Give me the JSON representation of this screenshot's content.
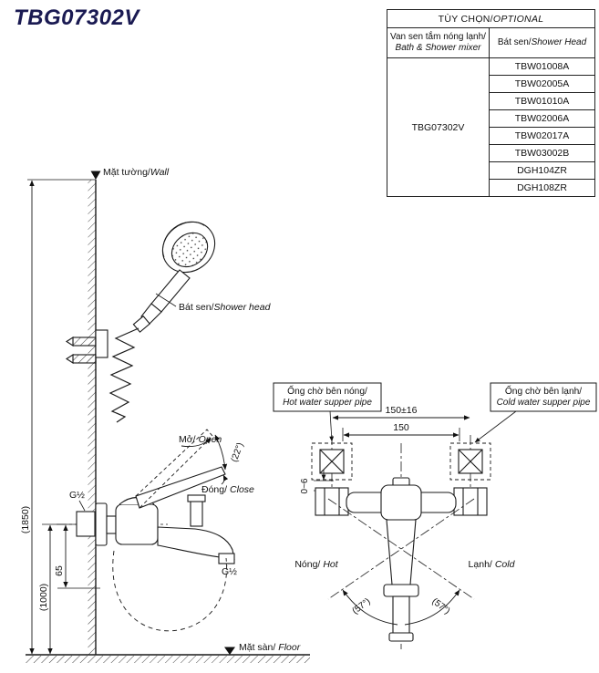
{
  "title": "TBG07302V",
  "table": {
    "header_vi": "TÙY CHỌN/",
    "header_en": "OPTIONAL",
    "mixer_col_vi": "Van sen tắm nóng lạnh/",
    "mixer_col_en": "Bath & Shower mixer",
    "shower_col_vi": "Bát sen/",
    "shower_col_en": "Shower Head",
    "mixer_code": "TBG07302V",
    "shower_heads": [
      "TBW01008A",
      "TBW02005A",
      "TBW01010A",
      "TBW02006A",
      "TBW02017A",
      "TBW03002B",
      "DGH104ZR",
      "DGH108ZR"
    ]
  },
  "side_view": {
    "wall_vi": "Mặt tường/",
    "wall_en": "Wall",
    "shower_head_vi": "Bát sen/",
    "shower_head_en": "Shower head",
    "open_vi": "Mở/",
    "open_en": "Open",
    "close_vi": "Đóng/",
    "close_en": "Close",
    "angle_open": "(22°)",
    "g_half_wall": "G½",
    "g_half_spout": "G½",
    "dim_height_shower": "(1850)",
    "dim_height_faucet": "(1000)",
    "dim_spout_drop": "65",
    "floor_vi": "Mặt sàn/",
    "floor_en": "Floor"
  },
  "front_view": {
    "hot_pipe_vi": "Ống chờ bên nóng/",
    "hot_pipe_en": "Hot water supper pipe",
    "cold_pipe_vi": "Ống chờ bên lạnh/",
    "cold_pipe_en": "Cold water supper pipe",
    "dim_pipe_spacing": "150±16",
    "dim_faucet_spacing": "150",
    "dim_wall_gap": "0~6",
    "hot_vi": "Nóng/",
    "hot_en": "Hot",
    "cold_vi": "Lạnh/",
    "cold_en": "Cold",
    "angle_left": "(57°)",
    "angle_right": "(57°)"
  },
  "colors": {
    "ink": "#1a1a1a",
    "title": "#1a1a52"
  }
}
